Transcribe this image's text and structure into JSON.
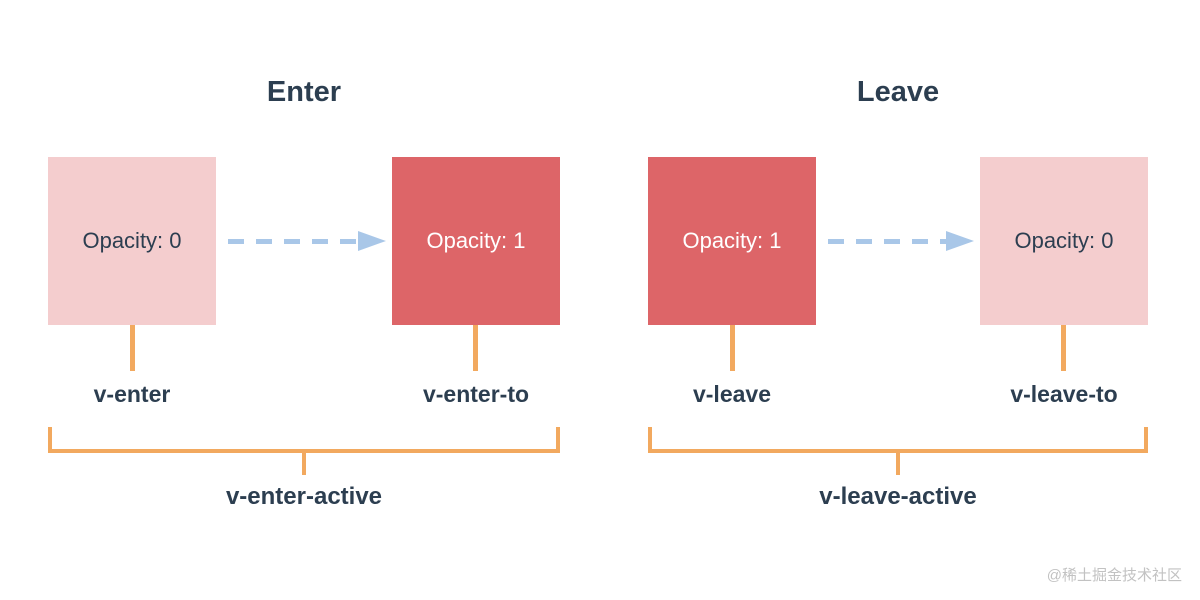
{
  "colors": {
    "dark": "#2c3e50",
    "pink": "#f4cdce",
    "red": "#dd6568",
    "orange": "#f2a95f",
    "blue": "#a9c7e8",
    "watermark": "#c2c2c2",
    "background": "#ffffff"
  },
  "watermark": "@稀土掘金技术社区",
  "sections": [
    {
      "title": "Enter",
      "start_box": {
        "text": "Opacity: 0",
        "style": "pink"
      },
      "end_box": {
        "text": "Opacity: 1",
        "style": "red"
      },
      "start_class": "v-enter",
      "end_class": "v-enter-to",
      "active_class": "v-enter-active"
    },
    {
      "title": "Leave",
      "start_box": {
        "text": "Opacity: 1",
        "style": "red"
      },
      "end_box": {
        "text": "Opacity: 0",
        "style": "pink"
      },
      "start_class": "v-leave",
      "end_class": "v-leave-to",
      "active_class": "v-leave-active"
    }
  ]
}
